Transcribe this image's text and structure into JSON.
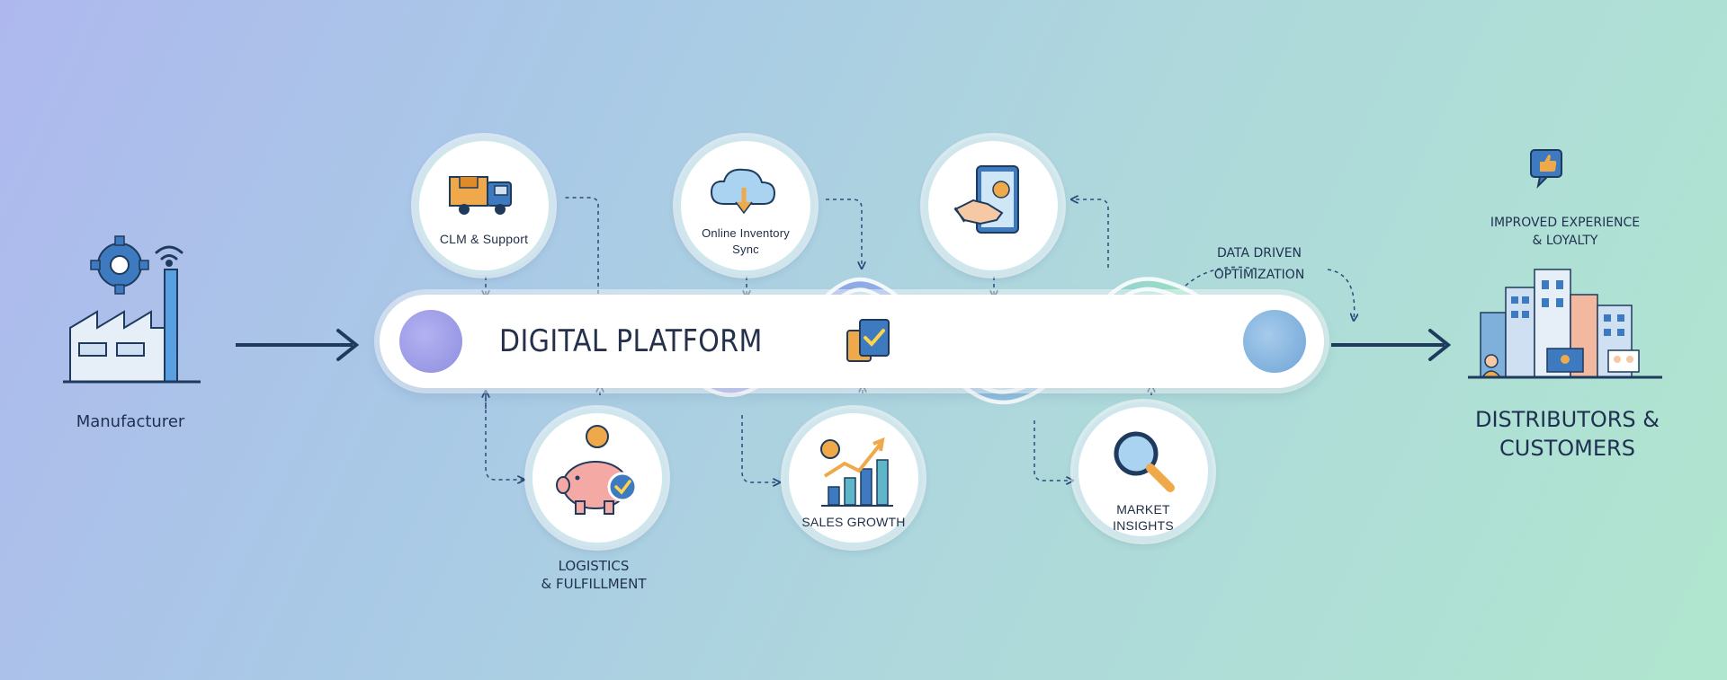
{
  "manufacturer": {
    "label": "Manufacturer"
  },
  "platform": {
    "title": "DIGITAL PLATFORM"
  },
  "top_nodes": [
    {
      "label": "CLM & Support"
    },
    {
      "label_line1": "Online Inventory",
      "label_line2": "Sync"
    },
    {
      "label": ""
    }
  ],
  "bottom_nodes": [
    {
      "label": ""
    },
    {
      "label": "SALES GROWTH"
    },
    {
      "label": "MARKET INSIGHTS"
    }
  ],
  "logistics": {
    "line1": "LOGISTICS",
    "line2": "& FULFILLMENT"
  },
  "data_driven": {
    "line1": "DATA DRIVEN",
    "line2": "OPTIMIZATION"
  },
  "improved": {
    "line1": "IMPROVED EXPERIENCE",
    "line2": "& LOYALTY"
  },
  "distributors": {
    "line1": "DISTRIBUTORS &",
    "line2": "CUSTOMERS"
  },
  "colors": {
    "arrow": "#1e3a5c",
    "dashed": "#2c4a78",
    "wave_start": "#8f95e6",
    "wave_end": "#9be3c3",
    "dot_left": "#9a9ae8",
    "dot_right": "#7fb0dc"
  },
  "icons": [
    "factory-icon",
    "gear-icon",
    "wifi-icon",
    "truck-icon",
    "cloud-download-icon",
    "tablet-handshake-icon",
    "piggy-bank-icon",
    "bar-chart-growth-icon",
    "magnifier-icon",
    "thumbs-up-icon",
    "city-buildings-icon",
    "checklist-icon"
  ]
}
